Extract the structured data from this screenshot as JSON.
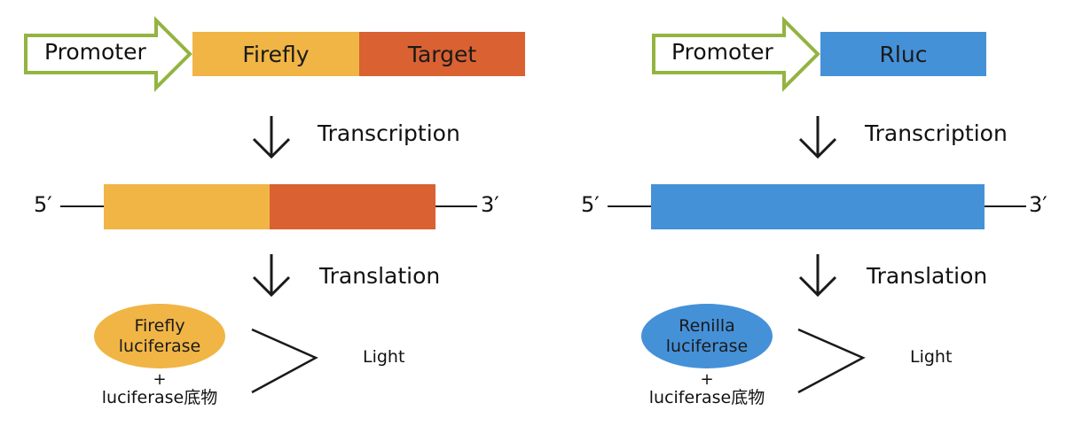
{
  "colors": {
    "promoter_outline": "#93b441",
    "firefly": "#f0b545",
    "target": "#d96132",
    "rluc": "#4591d8",
    "line": "#1a1a1a"
  },
  "left": {
    "promoter": "Promoter",
    "gene_a": "Firefly",
    "gene_b": "Target",
    "transcription": "Transcription",
    "five_prime": "5′",
    "three_prime": "3′",
    "translation": "Translation",
    "enzyme_line1": "Firefly",
    "enzyme_line2": "luciferase",
    "plus": "+",
    "substrate": "luciferase底物",
    "product": "Light"
  },
  "right": {
    "promoter": "Promoter",
    "gene_a": "Rluc",
    "transcription": "Transcription",
    "five_prime": "5′",
    "three_prime": "3′",
    "translation": "Translation",
    "enzyme_line1": "Renilla",
    "enzyme_line2": "luciferase",
    "plus": "+",
    "substrate": "luciferase底物",
    "product": "Light"
  }
}
